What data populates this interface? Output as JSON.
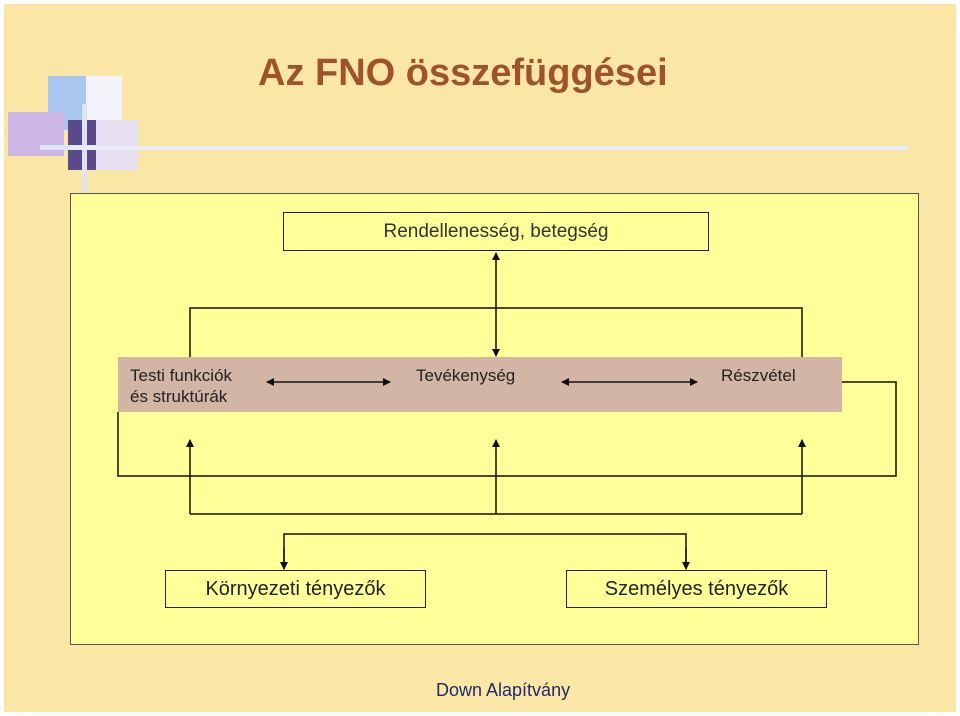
{
  "slide": {
    "title": "Az FNO összefüggései",
    "footer": "Down Alapítvány"
  },
  "diagram": {
    "top_box": "Rendellenesség, betegség",
    "body_functions_line1": "Testi funkciók",
    "body_functions_line2": "és struktúrák",
    "activity": "Tevékenység",
    "participation": "Részvétel",
    "environmental": "Környezeti tényezők",
    "personal": "Személyes tényezők"
  },
  "colors": {
    "background": "#fbe7a5",
    "panel": "#ffff99",
    "band": "#d2b5a5",
    "title": "#a0522d",
    "footer": "#1f2a6b"
  }
}
